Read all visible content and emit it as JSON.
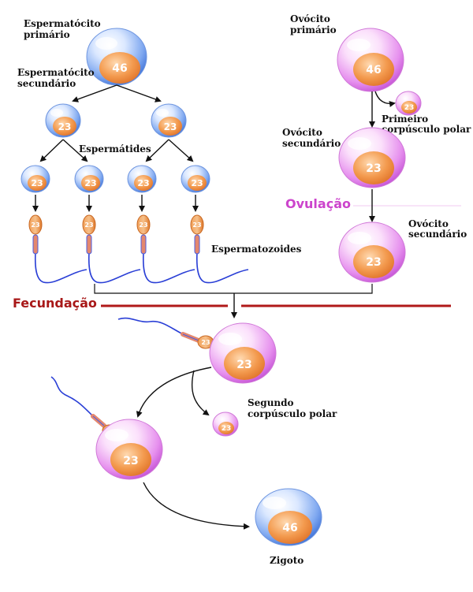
{
  "labels": {
    "primary_spermatocyte": [
      "Espermatócito",
      "primário"
    ],
    "secondary_spermatocyte": [
      "Espermatócito",
      "secundário"
    ],
    "spermatids": "Espermátides",
    "spermatozoa": "Espermatozoides",
    "primary_oocyte": [
      "Ovócito",
      "primário"
    ],
    "first_polar_body": [
      "Primeiro",
      "corpúsculo polar"
    ],
    "secondary_oocyte_1": [
      "Ovócito",
      "secundário"
    ],
    "ovulation": "Ovulação",
    "secondary_oocyte_2": [
      "Ovócito",
      "secundário"
    ],
    "fertilization": "Fecundação",
    "second_polar_body": [
      "Segundo",
      "corpúsculo polar"
    ],
    "zygote": "Zigoto"
  },
  "cells": {
    "primary_spermatocyte": "46",
    "secondary_spermatocyte": "23",
    "spermatid": "23",
    "spermatozoon": "23",
    "primary_oocyte": "46",
    "first_polar_body": "23",
    "secondary_oocyte": "23",
    "fertilized_oocyte": "23",
    "second_polar_body": "23",
    "zygote": "46",
    "sperm_head": "23"
  },
  "colors": {
    "male_cell": "#4f86e0",
    "female_cell": "#e070e8",
    "nucleus": "#ef8a3a",
    "fertilization_line": "#b01919",
    "ovulation_text": "#cc44cc",
    "sperm_tail": "#2a3fd6"
  }
}
